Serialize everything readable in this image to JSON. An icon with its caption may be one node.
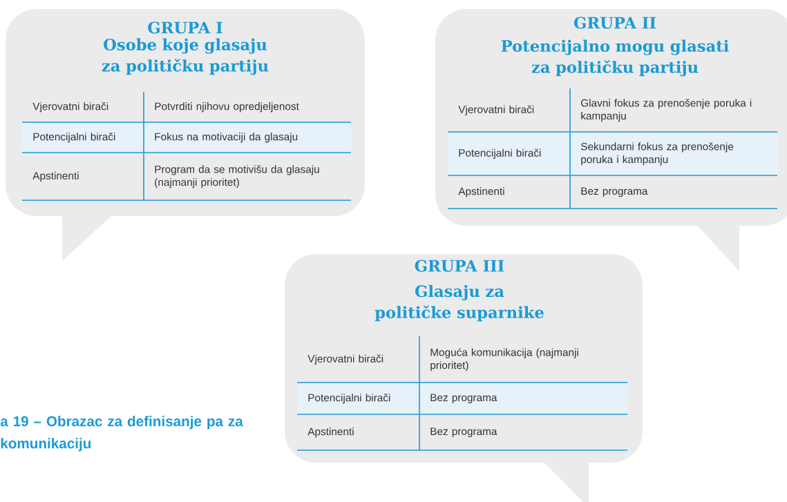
{
  "diagram": {
    "caption": "a 19 – Obrazac za definisanje pa za komunikaciju",
    "nodes": [
      {
        "text": [
          "GRUPA I",
          "Osobe koje glasaju za političku partiju",
          "Vjerovatni birači",
          "Potvrditi njihovu opredjeljenost",
          "Potencijalni birači",
          "Fokus na motivaciji da glasaju",
          "Apstinenti",
          "Program da se motivišu da glasaju (najmanji prioritet)"
        ]
      },
      {
        "text": [
          "GRUPA II",
          "Potencijalno mogu glasati za političku partiju",
          "Vjerovatni birači",
          "Glavni fokus za prenošenje poruka i kampanju",
          "Potencijalni birači",
          "Sekundarni fokus za prenošenje poruka i kampanju",
          "Apstinenti",
          "Bez programa"
        ]
      },
      {
        "text": [
          "GRUPA III",
          "Glasaju za političke suparnike",
          "Vjerovatni birači",
          "Moguća komunikacija (najmanji prioritet)",
          "Potencijalni birači",
          "Bez programa",
          "Apstinenti",
          "Bez programa"
        ]
      }
    ]
  }
}
